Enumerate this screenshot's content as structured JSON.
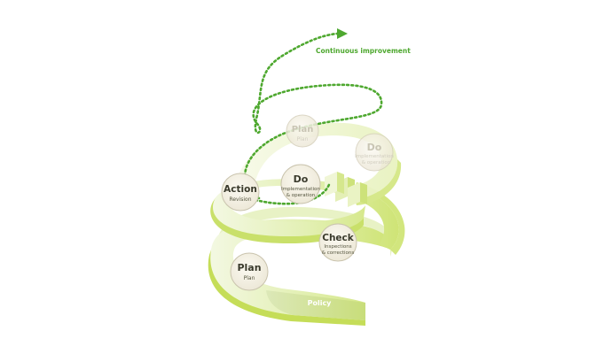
{
  "colors": {
    "spiral_light": "#eef6d2",
    "spiral_mid": "#d9ec9a",
    "spiral_edge": "#c6df5a",
    "dotted_arrow": "#4ea82f",
    "node_fill": "#f6f2e6",
    "node_stroke": "#c9c3ad"
  },
  "improvement_label": "Continuous improvement",
  "policy_label": "Policy",
  "nodes": {
    "plan_bottom": {
      "title": "Plan",
      "sub": "Plan"
    },
    "check": {
      "title": "Check",
      "sub1": "Inspections",
      "sub2": "& corrections"
    },
    "action": {
      "title": "Action",
      "sub": "Revision"
    },
    "do_front": {
      "title": "Do",
      "sub1": "Implementation",
      "sub2": "& operation"
    },
    "plan_top": {
      "title": "Plan",
      "sub": "Plan"
    },
    "do_back": {
      "title": "Do",
      "sub1": "Implementation",
      "sub2": "& operation"
    }
  },
  "icons": {
    "improvement_arrow": "arrow-head-icon"
  }
}
